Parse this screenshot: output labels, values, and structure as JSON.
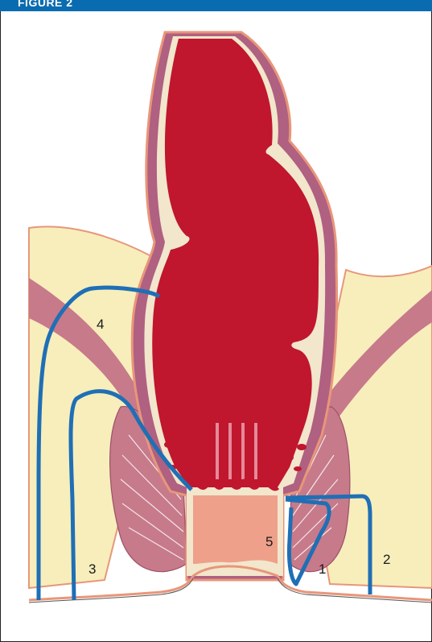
{
  "header": {
    "title": "FIGURE 2"
  },
  "labels": {
    "l1": "1",
    "l2": "2",
    "l3": "3",
    "l4": "4",
    "l5": "5"
  },
  "colors": {
    "header": "#0a6cb0",
    "rectum": "#c0162e",
    "wall": "#b06080",
    "fat": "#f7eebc",
    "skin": "#e8967a",
    "muscle": "#c77a8a",
    "anal_canal": "#eea08a",
    "fistula_tract": "#1f6fb5"
  }
}
